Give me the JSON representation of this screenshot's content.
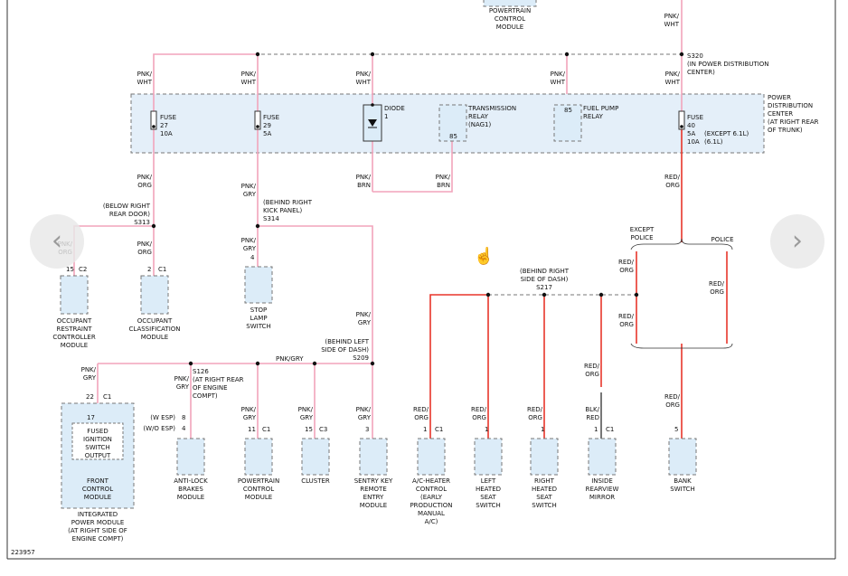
{
  "diagram_id": "223957",
  "nav": {
    "prev_glyph": "‹",
    "next_glyph": "›"
  },
  "pdc": {
    "label": [
      "POWER",
      "DISTRIBUTION",
      "CENTER",
      "(AT RIGHT REAR",
      "OF TRUNK)"
    ],
    "fuse27": [
      "FUSE",
      "27",
      "10A"
    ],
    "fuse29": [
      "FUSE",
      "29",
      "5A"
    ],
    "diode": [
      "DIODE",
      "1"
    ],
    "trans_relay": [
      "TRANSMISSION",
      "RELAY",
      "(NAG1)"
    ],
    "trans_relay_pin": "85",
    "fuel_pump_relay": [
      "FUEL PUMP",
      "RELAY"
    ],
    "fuel_pump_pin": "85",
    "fuse40": [
      "FUSE",
      "40",
      "5A",
      "10A"
    ],
    "fuse40_notes": [
      "(EXCEPT 6.1L)",
      "(6.1L)"
    ]
  },
  "top": {
    "pcm": [
      "POWERTRAIN",
      "CONTROL",
      "MODULE"
    ],
    "wire_top_right": [
      "PNK/",
      "WHT"
    ],
    "s320": [
      "S320",
      "(IN POWER DISTRIBUTION",
      "CENTER)"
    ],
    "wire_pnk_wht": [
      "PNK/",
      "WHT"
    ]
  },
  "splices": {
    "s313": [
      "(BELOW RIGHT",
      "REAR DOOR)",
      "S313"
    ],
    "s314": [
      "(BEHIND RIGHT",
      "KICK PANEL)",
      "S314"
    ],
    "s217": [
      "(BEHIND RIGHT",
      "SIDE OF DASH)",
      "S217"
    ],
    "s209": [
      "(BEHIND LEFT",
      "SIDE OF DASH)",
      "S209"
    ],
    "s126": [
      "S126",
      "(AT RIGHT REAR",
      "OF ENGINE",
      "COMPT)"
    ]
  },
  "wires": {
    "pnk_org": [
      "PNK/",
      "ORG"
    ],
    "pnk_brn": [
      "PNK/",
      "BRN"
    ],
    "pnk_gry": [
      "PNK/",
      "GRY"
    ],
    "pnk_gry_inline": "PNK/GRY",
    "red_org": [
      "RED/",
      "ORG"
    ],
    "blk_red": [
      "BLK/",
      "RED"
    ]
  },
  "variants": {
    "except_police": [
      "EXCEPT",
      "POLICE"
    ],
    "police": "POLICE",
    "w_esp": "(W ESP)",
    "wo_esp": "(W/O ESP)"
  },
  "components": {
    "orc": {
      "pin": "15",
      "conn": "C2",
      "name": [
        "OCCUPANT",
        "RESTRAINT",
        "CONTROLLER",
        "MODULE"
      ]
    },
    "ocm": {
      "pin": "2",
      "conn": "C1",
      "name": [
        "OCCUPANT",
        "CLASSIFICATION",
        "MODULE"
      ]
    },
    "stop": {
      "pin": "4",
      "name": [
        "STOP",
        "LAMP",
        "SWITCH"
      ]
    },
    "ipm": {
      "pin": "22",
      "conn": "C1",
      "inner_pin": "17",
      "inner": [
        "FUSED",
        "IGNITION",
        "SWITCH",
        "OUTPUT"
      ],
      "fcm": [
        "FRONT",
        "CONTROL",
        "MODULE"
      ],
      "name": [
        "INTEGRATED",
        "POWER MODULE",
        "(AT RIGHT SIDE OF",
        "ENGINE COMPT)"
      ]
    },
    "abs": {
      "pins": [
        "8",
        "4"
      ],
      "name": [
        "ANTI-LOCK",
        "BRAKES",
        "MODULE"
      ]
    },
    "pcm2": {
      "pin": "11",
      "conn": "C1",
      "name": [
        "POWERTRAIN",
        "CONTROL",
        "MODULE"
      ]
    },
    "cluster": {
      "pin": "15",
      "conn": "C3",
      "name": [
        "CLUSTER"
      ]
    },
    "skrem": {
      "pin": "3",
      "name": [
        "SENTRY KEY",
        "REMOTE",
        "ENTRY",
        "MODULE"
      ]
    },
    "hvac": {
      "pin": "1",
      "conn": "C1",
      "name": [
        "A/C-HEATER",
        "CONTROL",
        "(EARLY",
        "PRODUCTION",
        "MANUAL",
        "A/C)"
      ]
    },
    "lhs": {
      "pin": "1",
      "name": [
        "LEFT",
        "HEATED",
        "SEAT",
        "SWITCH"
      ]
    },
    "rhs": {
      "pin": "1",
      "name": [
        "RIGHT",
        "HEATED",
        "SEAT",
        "SWITCH"
      ]
    },
    "mirror": {
      "pin": "1",
      "conn": "C1",
      "name": [
        "INSIDE",
        "REARVIEW",
        "MIRROR"
      ]
    },
    "bank": {
      "pin": "5",
      "name": [
        "BANK",
        "SWITCH"
      ]
    }
  },
  "colors": {
    "pink_wire": "#f2a4bb",
    "red_wire": "#e8352a",
    "component_fill": "#dcecf8",
    "dash": "#777777",
    "pdc_fill": "#e4eff9"
  }
}
